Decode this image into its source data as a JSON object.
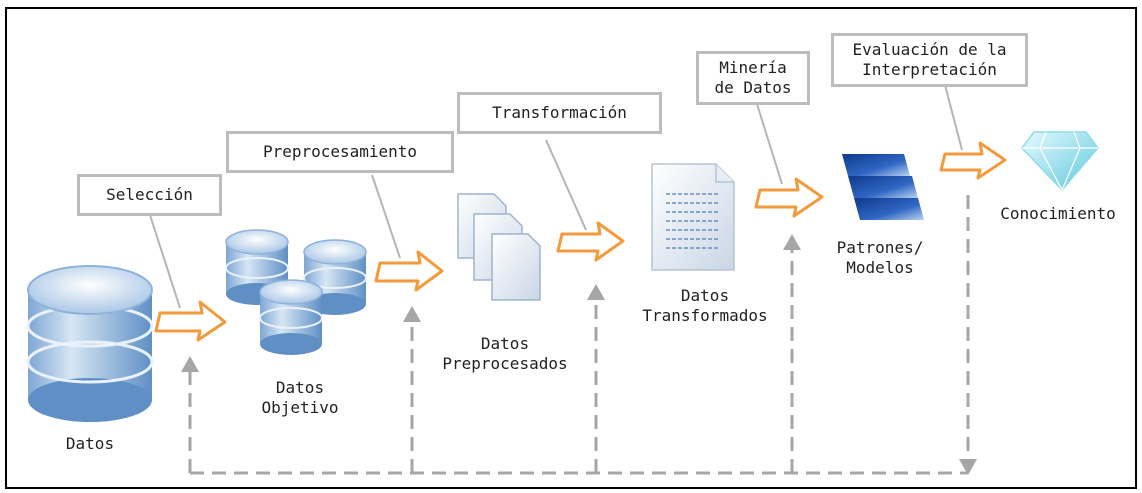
{
  "stages": {
    "seleccion": "Selección",
    "preprocesamiento": "Preprocesamiento",
    "transformacion": "Transformación",
    "mineria": "Minería\nde Datos",
    "evaluacion": "Evaluación de la\nInterpretación"
  },
  "artifacts": {
    "datos": "Datos",
    "datos_objetivo": "Datos\nObjetivo",
    "datos_preprocesados": "Datos\nPreprocesados",
    "datos_transformados": "Datos\nTransformados",
    "patrones_modelos": "Patrones/\nModelos",
    "conocimiento": "Conocimiento"
  },
  "colors": {
    "arrow_orange": "#f39a3c",
    "feedback_gray": "#9e9e9e",
    "box_border": "#bdbdbd",
    "db_blue": "#6f9fd0",
    "pattern_blue": "#1f4fa8",
    "gem_cyan": "#7fd8e8"
  }
}
